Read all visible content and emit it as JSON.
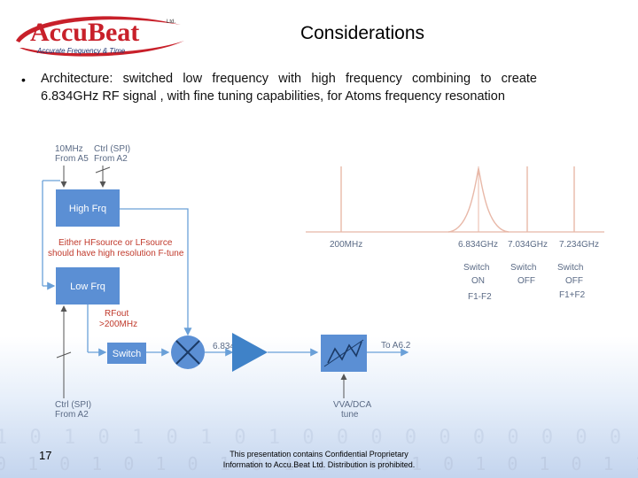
{
  "logo": {
    "brand": "AccuBeat",
    "suffix": "Ltd.",
    "tagline": "Accurate Frequency & Time"
  },
  "title": "Considerations",
  "bullet": "Architecture: switched low frequency with high frequency combining to create 6.834GHz RF signal , with fine tuning capabilities, for Atoms frequency resonation",
  "diagram": {
    "in_top_left_1": "10MHz",
    "in_top_left_2": "From A5",
    "in_top_right_1": "Ctrl (SPI)",
    "in_top_right_2": "From A2",
    "high_frq": "High Frq",
    "either_1": "Either HFsource or LFsource",
    "either_2": "should have high resolution F-tune",
    "low_frq": "Low Frq",
    "rfout_1": "RFout",
    "rfout_2": ">200MHz",
    "switch": "Switch",
    "mix_out": "6.834GHz",
    "to_a62": "To A6.2",
    "bottom_left_1": "Ctrl (SPI)",
    "bottom_left_2": "From A2",
    "vva_1": "VVA/DCA",
    "vva_2": "tune",
    "spec_200": "200MHz",
    "spec_6834": "6.834GHz",
    "spec_7034": "7.034GHz",
    "spec_7234": "7.234GHz",
    "sw_on_1": "Switch",
    "sw_on_2": "ON",
    "sw_on_3": "F1-F2",
    "sw_off1_1": "Switch",
    "sw_off1_2": "OFF",
    "sw_off2_1": "Switch",
    "sw_off2_2": "OFF",
    "sw_off2_3": "F1+F2"
  },
  "colors": {
    "block": "#5b8fd4",
    "line": "#6aa0d8",
    "label": "#5a6a85",
    "accent_red": "#c0392b",
    "spectrum": "#e8b8a8",
    "amp": "#3f82c8",
    "logo_red": "#c8202a"
  },
  "footer": {
    "page_number": "17",
    "note_line1": "This presentation contains Confidential Proprietary",
    "note_line2": "Information to Accu.Beat Ltd. Distribution is prohibited."
  }
}
